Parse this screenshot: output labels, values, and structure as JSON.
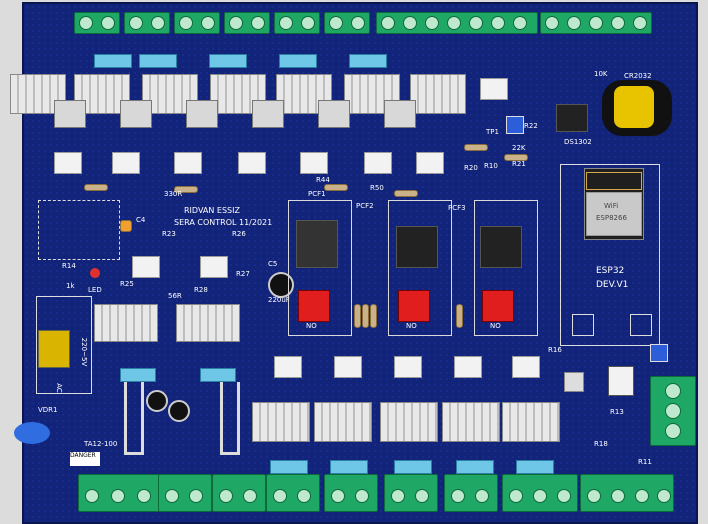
{
  "board_text": {
    "designer": "RIDVAN ESSIZ",
    "project": "SERA CONTROL 11/2021",
    "module_name": "ESP32",
    "module_ver": "DEV.V1",
    "wifi_label": "WiFi",
    "chip_label": "ESP8266",
    "pcf1": "PCF1",
    "pcf2": "PCF2",
    "pcf3": "PCF3",
    "led": "LED",
    "cap_c5": "C5",
    "cap_val": "220uF",
    "psu": "220~5V",
    "ac": "AC",
    "rtc": "DS1302",
    "battery": "CR2032",
    "tp1": "TP1",
    "danger": "DANGER",
    "transformer": "TA12-100",
    "vdr": "VDR1",
    "no1": "NO",
    "no2": "NO",
    "no3": "NO",
    "r14": "R14",
    "r14v": "1k",
    "r23": "R23",
    "r26": "R26",
    "r25": "R25",
    "r27": "R27",
    "r28": "R28",
    "c4": "C4",
    "r44": "R44",
    "r50": "R50",
    "r22": "R22",
    "r21": "R21",
    "r20": "R20",
    "r10": "R10",
    "r16": "R16",
    "r13": "R13",
    "r18": "R18",
    "r11": "R11",
    "v330": "330R",
    "v10k": "10K",
    "v22k": "22K",
    "v56r": "56R"
  }
}
